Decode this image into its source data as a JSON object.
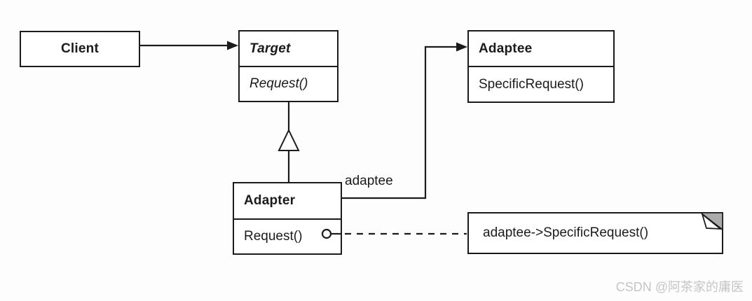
{
  "diagram": {
    "pattern": "Adapter (class) UML diagram",
    "classes": {
      "client": {
        "name": "Client"
      },
      "target": {
        "name": "Target",
        "method": "Request()"
      },
      "adaptee": {
        "name": "Adaptee",
        "method": "SpecificRequest()"
      },
      "adapter": {
        "name": "Adapter",
        "method": "Request()"
      }
    },
    "labels": {
      "adaptee_role": "adaptee",
      "note": "adaptee->SpecificRequest()"
    },
    "colors": {
      "line": "#1b1b1b",
      "box_fill": "#ffffff",
      "note_fold_gray": "#ababab",
      "background": "#fdfdfd",
      "watermark": "#c5c5c5"
    }
  },
  "watermark": {
    "text": "CSDN @阿茶家的庸医"
  }
}
